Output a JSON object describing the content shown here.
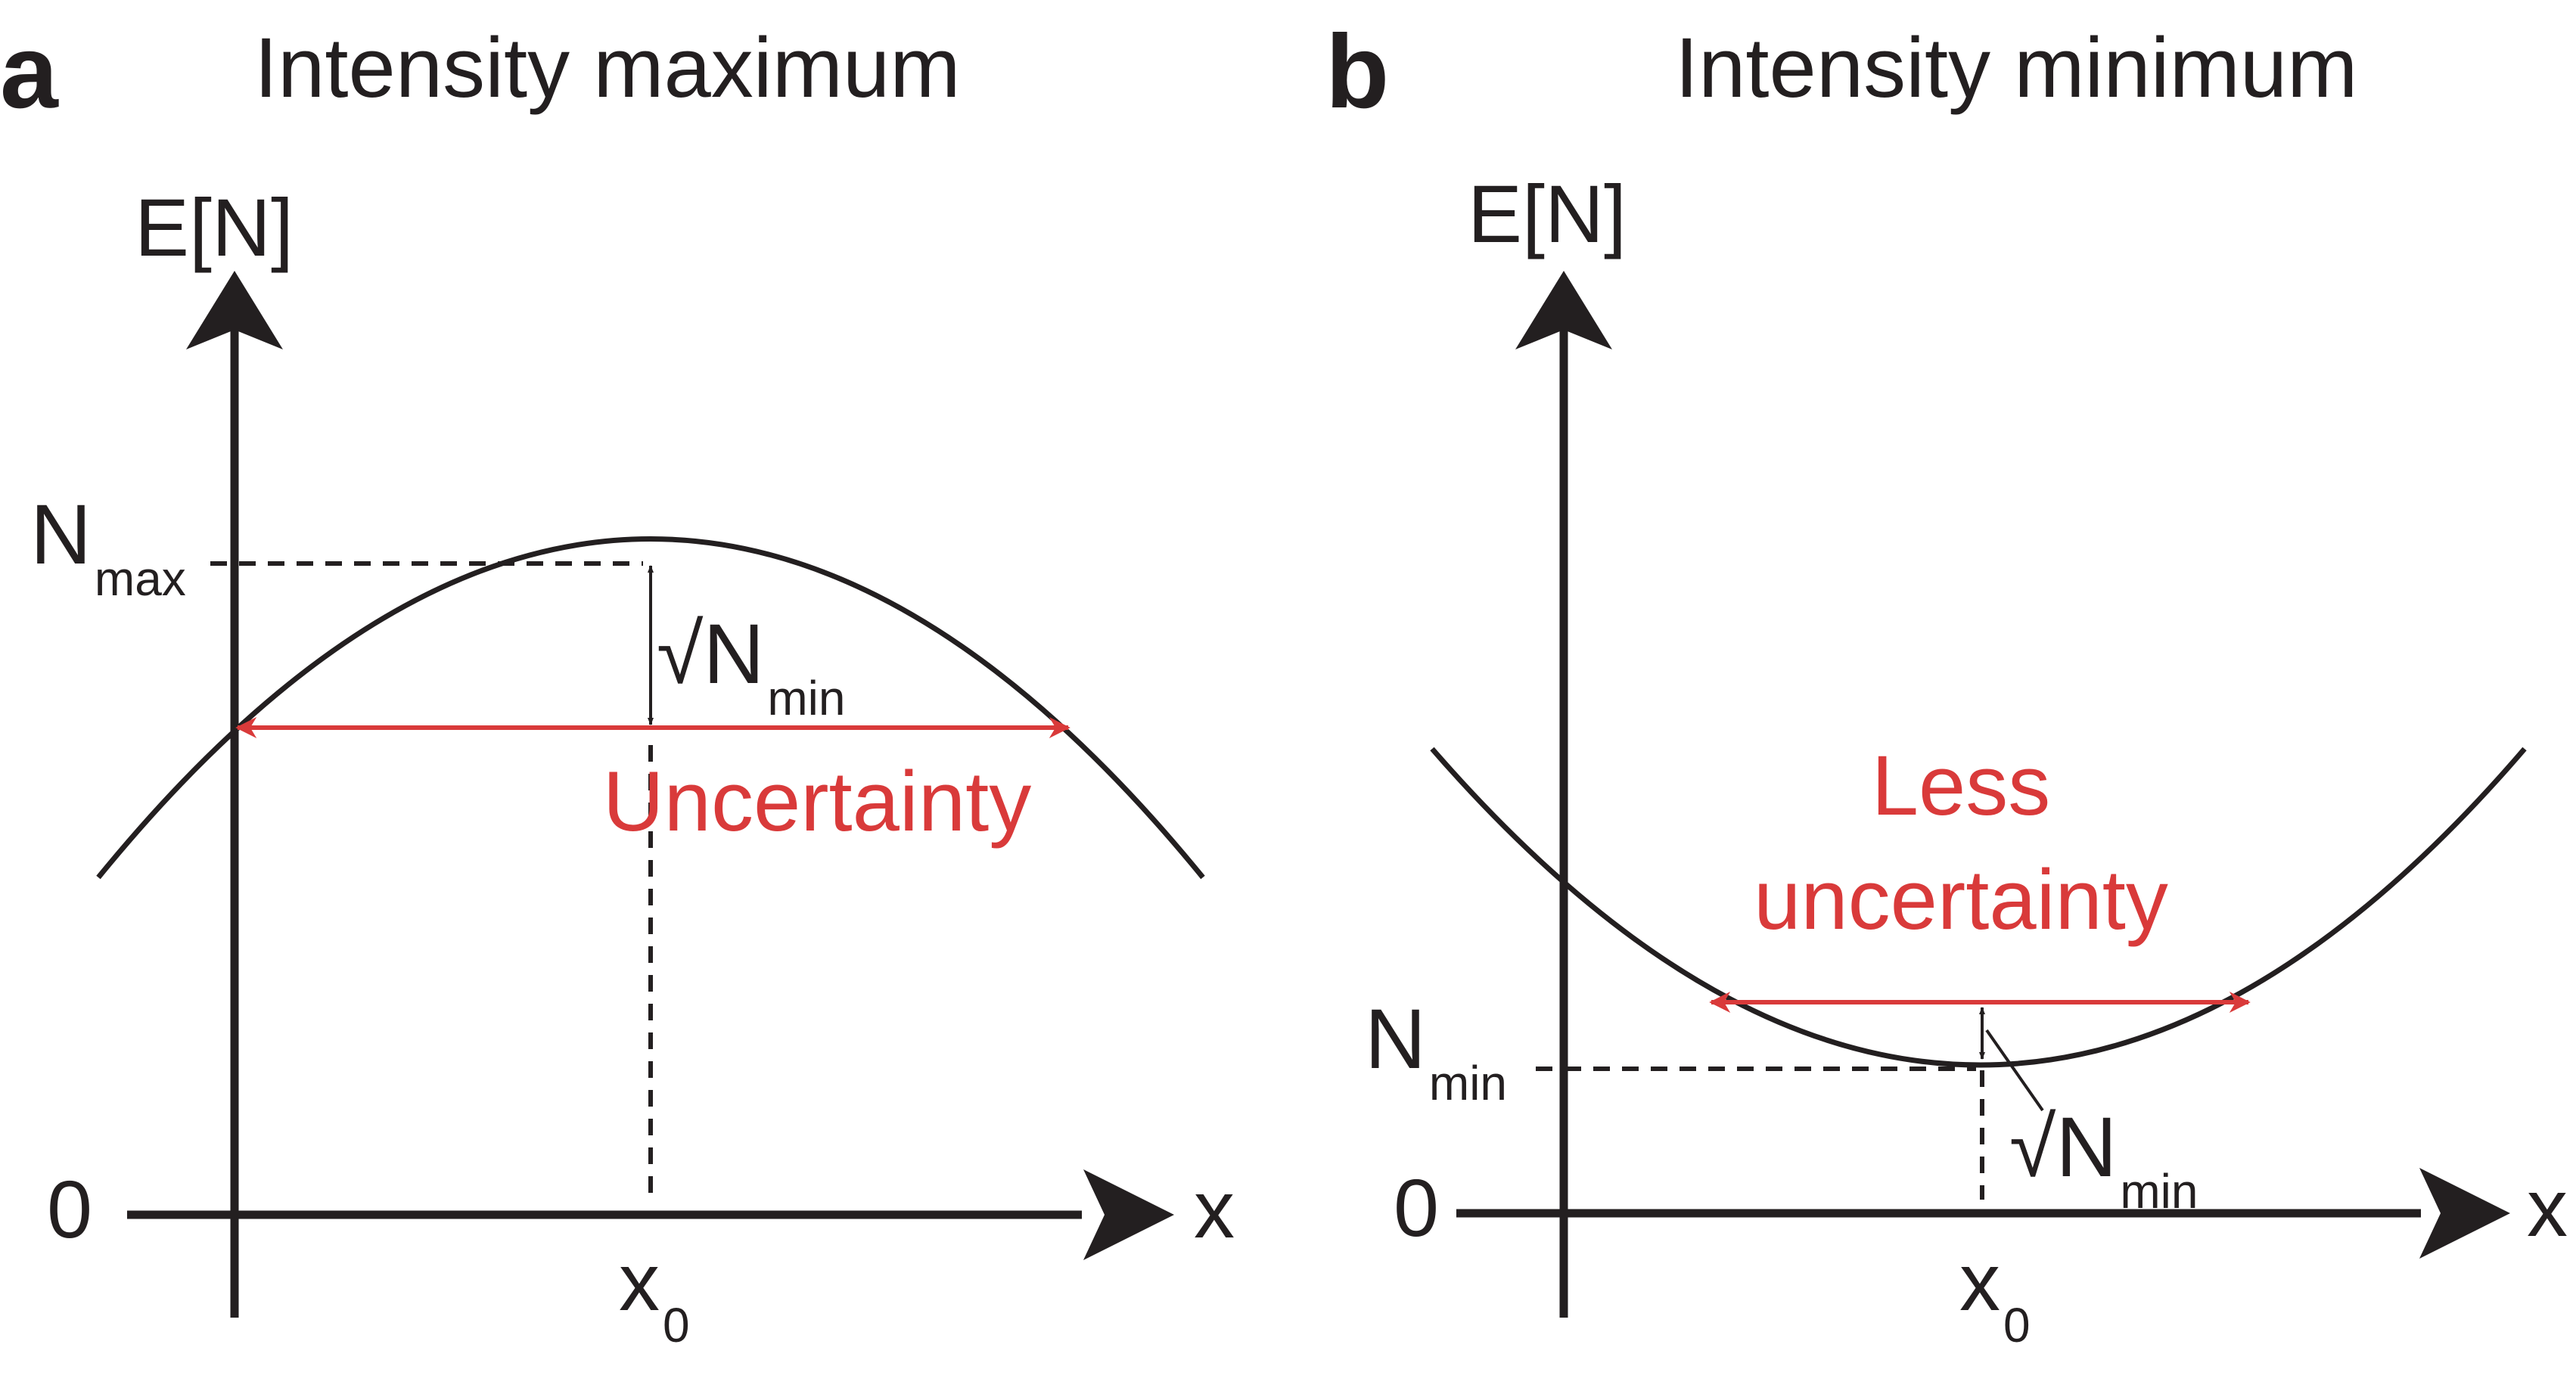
{
  "colors": {
    "ink": "#231f20",
    "accent": "#d93a3a"
  },
  "panels": [
    {
      "letter": "a",
      "title": "Intensity maximum",
      "y_axis_label": "E[N]",
      "x_axis_label": "x",
      "origin_label": "0",
      "level_label": {
        "main": "N",
        "sub": "max"
      },
      "sqrt_label": {
        "main": "√N",
        "sub": "min"
      },
      "x0_label": {
        "main": "x",
        "sub": "0"
      },
      "uncertainty_lines": [
        "Uncertainty"
      ]
    },
    {
      "letter": "b",
      "title": "Intensity minimum",
      "y_axis_label": "E[N]",
      "x_axis_label": "x",
      "origin_label": "0",
      "level_label": {
        "main": "N",
        "sub": "min"
      },
      "sqrt_label": {
        "main": "√N",
        "sub": "min"
      },
      "x0_label": {
        "main": "x",
        "sub": "0"
      },
      "uncertainty_lines": [
        "Less",
        "uncertainty"
      ]
    }
  ]
}
